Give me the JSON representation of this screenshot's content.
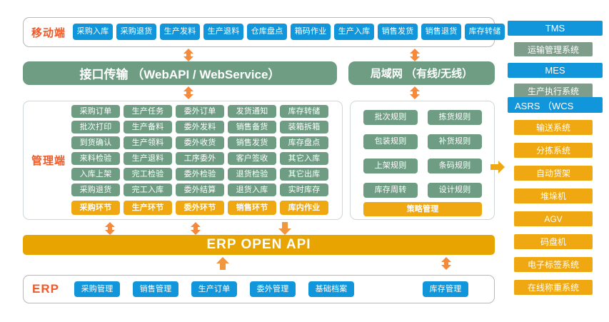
{
  "colors": {
    "blue": "#1296db",
    "green": "#6f9d84",
    "orange": "#efa812",
    "api_orange": "#e8a400",
    "label_orange": "#f05a28",
    "arrow_orange": "#f58a3c",
    "panel_border": "#b9b9b9",
    "text_white": "#ffffff",
    "background": "#ffffff"
  },
  "mobile": {
    "label": "移动端",
    "items": [
      "采购入库",
      "采购退货",
      "生产发料",
      "生产退料",
      "仓库盘点",
      "箱码作业",
      "生产入库",
      "销售发货",
      "销售退货",
      "库存转储"
    ]
  },
  "transport": {
    "interface_bar": "接口传输 （WebAPI / WebService）",
    "lan_bar": "局域网 （有线/无线）"
  },
  "management": {
    "label": "管理端",
    "columns": [
      {
        "footer": "采购环节",
        "items": [
          "采购订单",
          "批次打印",
          "到货确认",
          "来料检验",
          "入库上架",
          "采购退货"
        ]
      },
      {
        "footer": "生产环节",
        "items": [
          "生产任务",
          "生产备料",
          "生产领料",
          "生产退料",
          "完工检验",
          "完工入库"
        ]
      },
      {
        "footer": "委外环节",
        "items": [
          "委外订单",
          "委外发料",
          "委外收货",
          "工序委外",
          "委外检验",
          "委外结算"
        ]
      },
      {
        "footer": "销售环节",
        "items": [
          "发货通知",
          "销售备货",
          "销售发货",
          "客户签收",
          "退货检验",
          "退货入库"
        ]
      },
      {
        "footer": "库内作业",
        "items": [
          "库存转储",
          "装箱拆箱",
          "库存盘点",
          "其它入库",
          "其它出库",
          "实时库存"
        ]
      }
    ]
  },
  "rules": {
    "footer": "策略管理",
    "rows": [
      [
        "批次规则",
        "拣货规则"
      ],
      [
        "包装规则",
        "补货规则"
      ],
      [
        "上架规则",
        "条码规则"
      ],
      [
        "库存周转",
        "设计规则"
      ]
    ]
  },
  "api": {
    "title": "ERP  OPEN API"
  },
  "erp": {
    "label": "ERP",
    "items": [
      "采购管理",
      "销售管理",
      "生产订单",
      "委外管理",
      "基础档案"
    ],
    "right_item": "库存管理"
  },
  "right_column": {
    "tms": {
      "title": "TMS",
      "subtitle": "运输管理系统"
    },
    "mes": {
      "title": "MES",
      "subtitle": "生产执行系统"
    },
    "asrs": {
      "title": "ASRS （WCS",
      "items": [
        "输送系统",
        "分拣系统",
        "自动货架",
        "堆垛机",
        "AGV",
        "码盘机",
        "电子标签系统",
        "在线称重系统"
      ]
    }
  },
  "icons": {
    "double_arrow": "double-arrow-vertical-icon",
    "down_arrow": "arrow-down-icon",
    "up_arrow": "arrow-up-icon",
    "right_arrow": "arrow-right-icon"
  }
}
